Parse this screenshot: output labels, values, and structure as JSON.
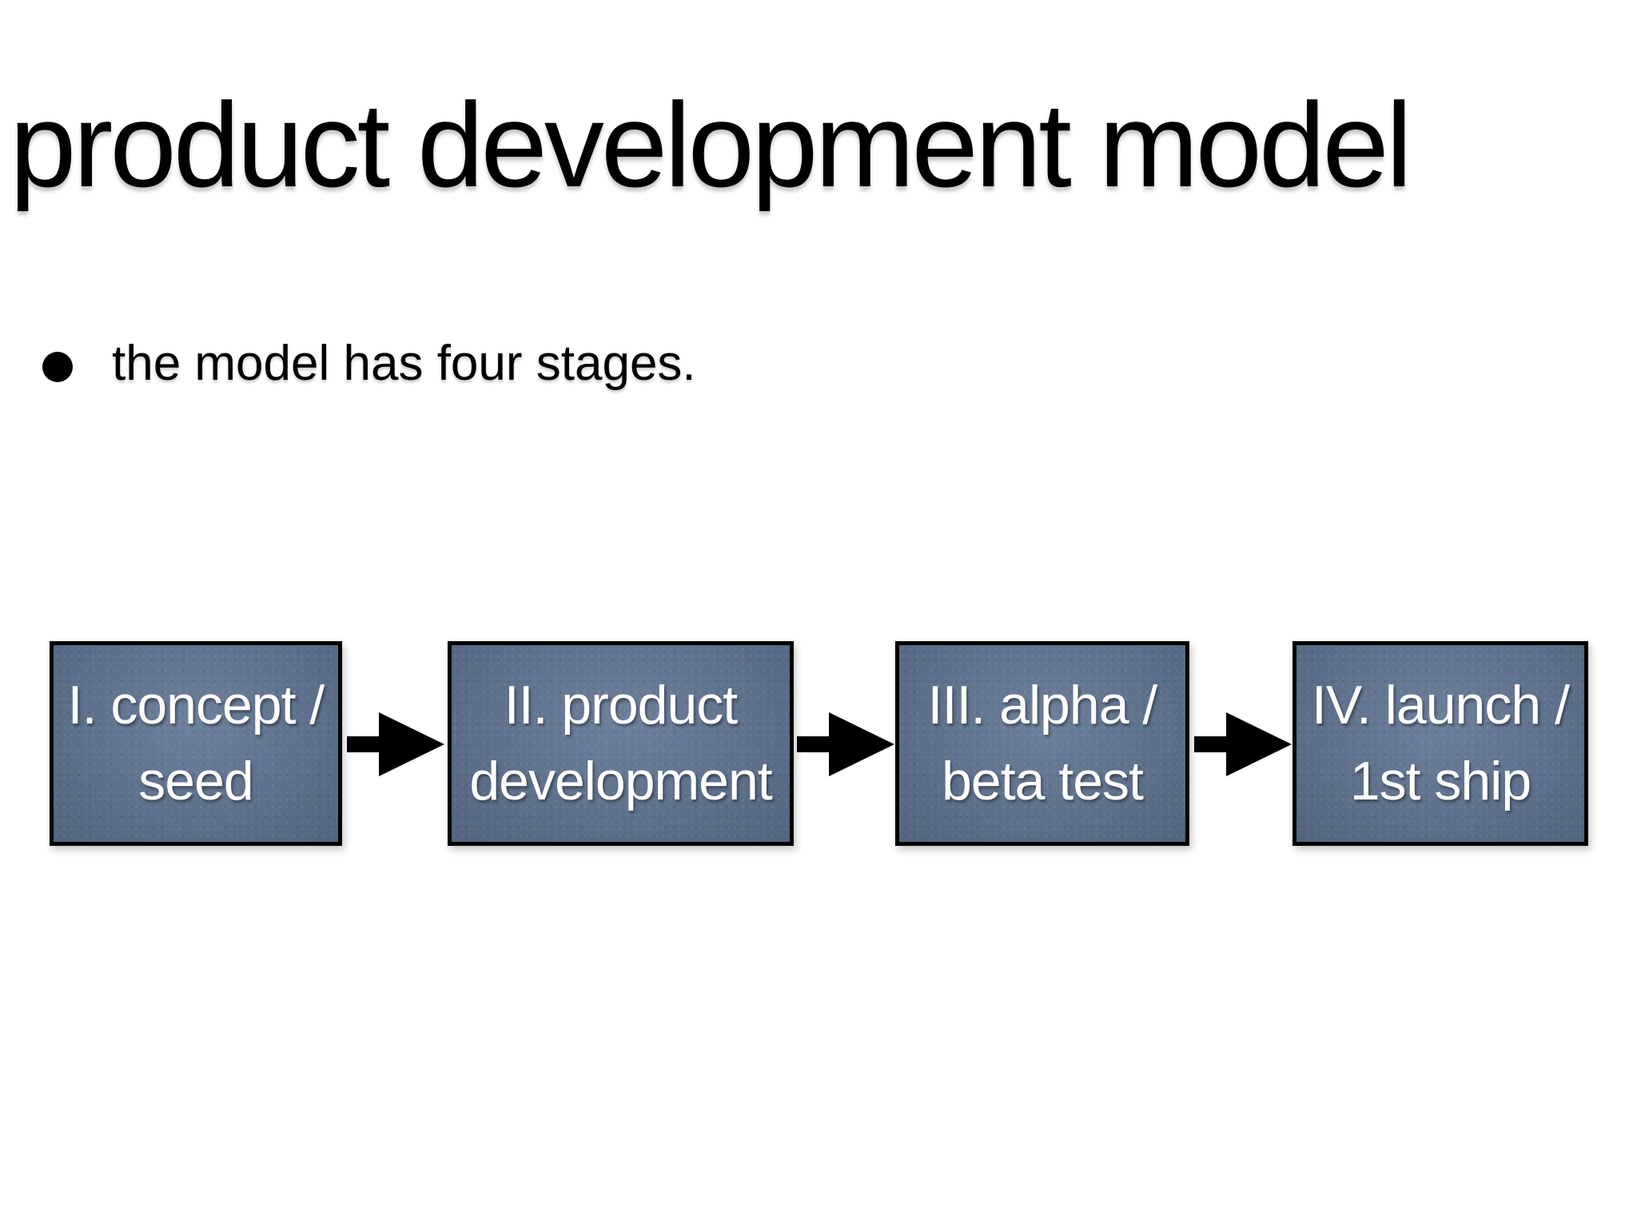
{
  "slide": {
    "title": "product development model",
    "bullet": "the model has four stages."
  },
  "diagram": {
    "stages": [
      {
        "label": "I. concept / seed",
        "line1": "I. concept /",
        "line2": "seed"
      },
      {
        "label": "II. product development",
        "line1": "II. product",
        "line2": "development"
      },
      {
        "label": "III. alpha / beta test",
        "line1": "III. alpha /",
        "line2": "beta test"
      },
      {
        "label": "IV. launch / 1st ship",
        "line1": "IV. launch /",
        "line2": "1st ship"
      }
    ],
    "colors": {
      "background": "#ffffff",
      "title_text": "#000000",
      "box_fill": "#5d7290",
      "box_border": "#000000",
      "box_text": "#ffffff",
      "arrow": "#000000"
    }
  }
}
